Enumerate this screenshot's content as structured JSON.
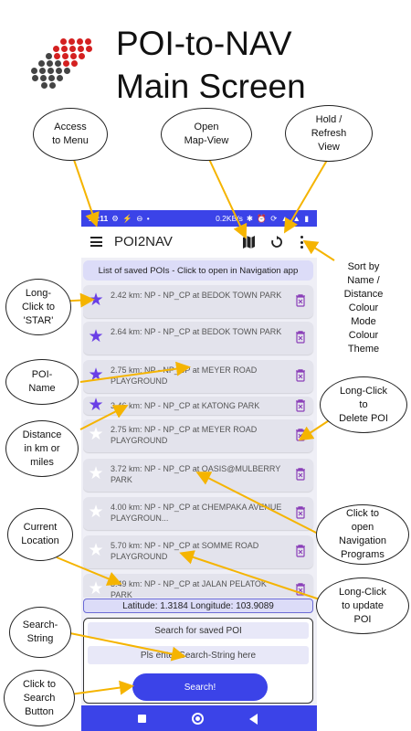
{
  "page": {
    "title_line1": "POI-to-NAV",
    "title_line2": "Main Screen"
  },
  "status_bar": {
    "time": "14:11",
    "left_icons": "⚙ ⚡ ⊖ •",
    "speed": "0.2KB/s",
    "right_icons": "✱ ⏰ ⟳ ▲ ▲ ▮"
  },
  "app_bar": {
    "title": "POI2NAV",
    "icons": [
      "menu-icon",
      "map-icon",
      "refresh-icon",
      "more-vert-icon"
    ]
  },
  "list_banner": "List of saved POIs - Click to open in Navigation app",
  "poi_items": [
    {
      "text": "2.42 km: NP - NP_CP at BEDOK TOWN PARK",
      "starred": true
    },
    {
      "text": "2.64 km: NP - NP_CP at BEDOK TOWN PARK",
      "starred": true
    },
    {
      "text": "2.75 km: NP - NP_CP at MEYER ROAD PLAYGROUND",
      "starred": true
    },
    {
      "text": "3.46 km: NP - NP_CP at KATONG PARK",
      "starred": true
    },
    {
      "text": "2.75 km: NP - NP_CP at MEYER ROAD PLAYGROUND",
      "starred": false
    },
    {
      "text": "3.72 km: NP - NP_CP at OASIS@MULBERRY PARK",
      "starred": false
    },
    {
      "text": "4.00 km: NP - NP_CP at CHEMPAKA AVENUE PLAYGROUN...",
      "starred": false
    },
    {
      "text": "5.70 km: NP - NP_CP at SOMME ROAD PLAYGROUND",
      "starred": false
    },
    {
      "text": "5.49 km: NP - NP_CP at JALAN PELATOK PARK",
      "starred": false
    }
  ],
  "location": "Latitude: 1.3184  Longitude: 103.9089",
  "search": {
    "title": "Search for saved POI",
    "placeholder": "Pls enter Search-String here",
    "button": "Search!"
  },
  "annotations": {
    "access_menu": "Access\nto Menu",
    "open_map": "Open\nMap-View",
    "refresh": "Hold /\nRefresh\nView",
    "sort": "Sort by\nName /\nDistance\nColour\nMode\nColour\nTheme",
    "star": "Long-\nClick to\n'STAR'",
    "poi_name": "POI-\nName",
    "distance": "Distance\nin km or\nmiles",
    "delete": "Long-Click\nto\nDelete POI",
    "current_location": "Current\nLocation",
    "open_nav": "Click to\nopen\nNavigation\nPrograms",
    "update_poi": "Long-Click\nto  update\nPOI",
    "search_string": "Search-\nString",
    "search_button": "Click to\nSearch\nButton"
  },
  "colors": {
    "accent": "#3b43e8",
    "star": "#6a3fe6",
    "delete": "#8a3fb8",
    "arrow": "#f5b400",
    "logo_red": "#d42020",
    "logo_grey": "#444444"
  }
}
